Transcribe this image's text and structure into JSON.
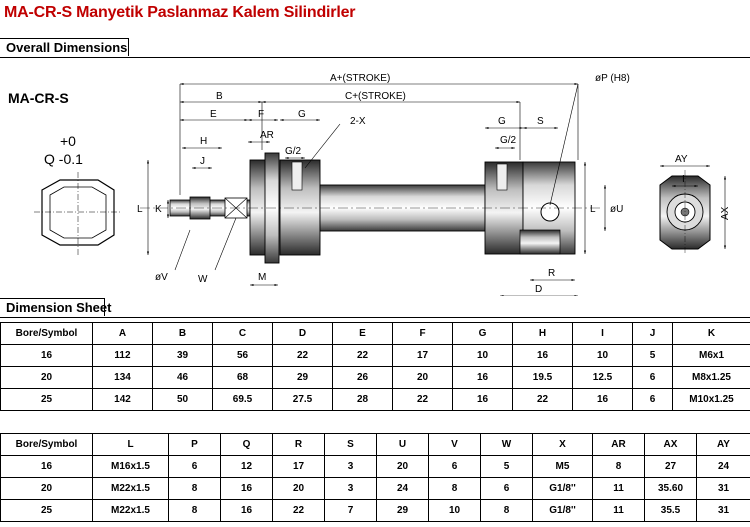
{
  "title": "MA-CR-S Manyetik Paslanmaz Kalem Silindirler",
  "sections": {
    "overall": "Overall Dimensions",
    "sheet": "Dimension Sheet"
  },
  "model": "MA-CR-S",
  "tolerance": {
    "plus": "+0",
    "minus": "Q -0.1"
  },
  "drawing_labels": {
    "a_stroke": "A+(STROKE)",
    "c_stroke": "C+(STROKE)",
    "phi_p": "øP (H8)",
    "b": "B",
    "e": "E",
    "f": "F",
    "g": "G",
    "g2": "G/2",
    "two_x": "2-X",
    "ar": "AR",
    "h": "H",
    "j": "J",
    "k": "K",
    "l": "L",
    "s": "S",
    "phi_u": "øU",
    "r": "R",
    "d": "D",
    "phi_v": "øV",
    "w": "W",
    "m": "M",
    "ay": "AY",
    "ax": "AX",
    "i": "I"
  },
  "table1": {
    "headers": [
      "Bore/Symbol",
      "A",
      "B",
      "C",
      "D",
      "E",
      "F",
      "G",
      "H",
      "I",
      "J",
      "K"
    ],
    "rows": [
      [
        "16",
        "112",
        "39",
        "56",
        "22",
        "22",
        "17",
        "10",
        "16",
        "10",
        "5",
        "M6x1"
      ],
      [
        "20",
        "134",
        "46",
        "68",
        "29",
        "26",
        "20",
        "16",
        "19.5",
        "12.5",
        "6",
        "M8x1.25"
      ],
      [
        "25",
        "142",
        "50",
        "69.5",
        "27.5",
        "28",
        "22",
        "16",
        "22",
        "16",
        "6",
        "M10x1.25"
      ]
    ]
  },
  "table2": {
    "headers": [
      "Bore/Symbol",
      "L",
      "P",
      "Q",
      "R",
      "S",
      "U",
      "V",
      "W",
      "X",
      "AR",
      "AX",
      "AY"
    ],
    "rows": [
      [
        "16",
        "M16x1.5",
        "6",
        "12",
        "17",
        "3",
        "20",
        "6",
        "5",
        "M5",
        "8",
        "27",
        "24"
      ],
      [
        "20",
        "M22x1.5",
        "8",
        "16",
        "20",
        "3",
        "24",
        "8",
        "6",
        "G1/8''",
        "11",
        "35.60",
        "31"
      ],
      [
        "25",
        "M22x1.5",
        "8",
        "16",
        "22",
        "7",
        "29",
        "10",
        "8",
        "G1/8''",
        "11",
        "35.5",
        "31"
      ]
    ]
  }
}
